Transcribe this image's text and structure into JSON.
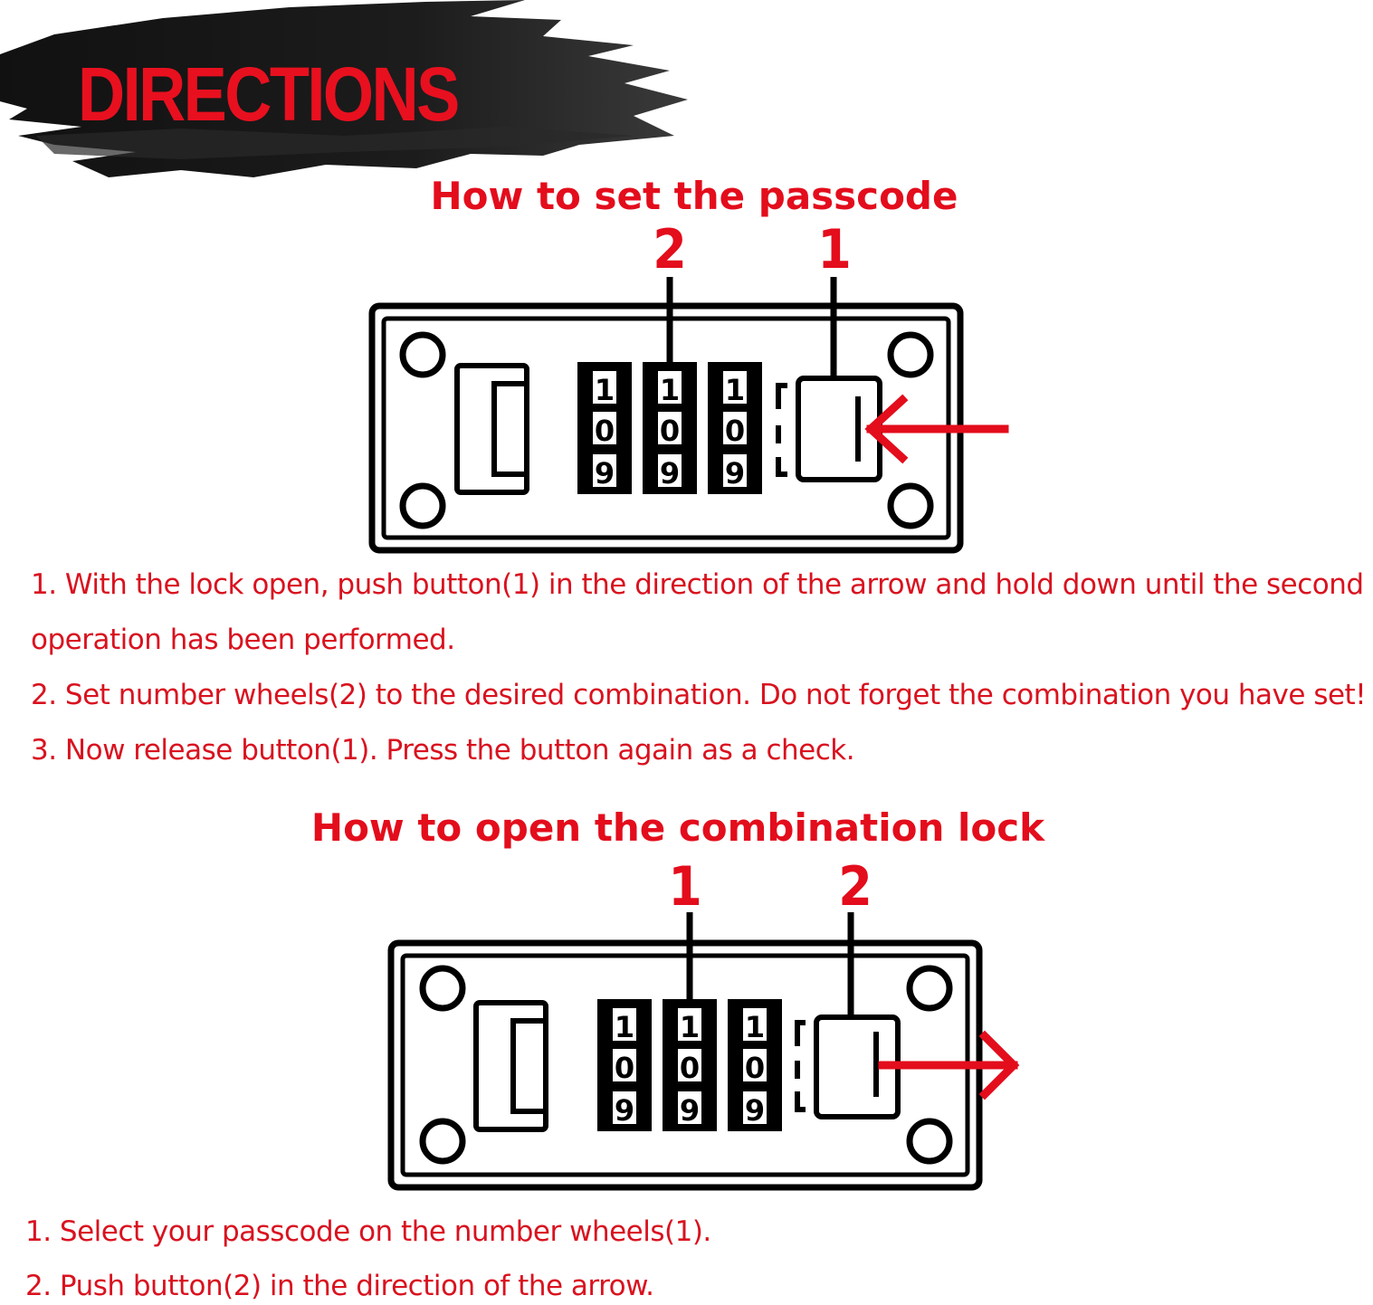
{
  "header": {
    "title": "DIRECTIONS"
  },
  "set_section": {
    "title": "How to set the passcode",
    "callouts": {
      "wheels": "2",
      "button": "1"
    },
    "wheel_digits": [
      "1",
      "0",
      "9"
    ],
    "arrow_direction": "left",
    "steps": [
      "1. With the lock open, push button(1) in the direction of the arrow and hold down until the second",
      "operation has been performed.",
      "2. Set number wheels(2) to the desired combination. Do not forget the combination you have set!",
      "3. Now release button(1). Press the button again as a check."
    ]
  },
  "open_section": {
    "title": "How to open the combination lock",
    "callouts": {
      "wheels": "1",
      "button": "2"
    },
    "wheel_digits": [
      "1",
      "0",
      "9"
    ],
    "arrow_direction": "right",
    "steps": [
      "1. Select your passcode on the number wheels(1).",
      "2. Push button(2) in the direction of the arrow."
    ]
  },
  "colors": {
    "accent": "#e30d1c",
    "ink": "#000000",
    "banner": "#1a1a1a"
  }
}
